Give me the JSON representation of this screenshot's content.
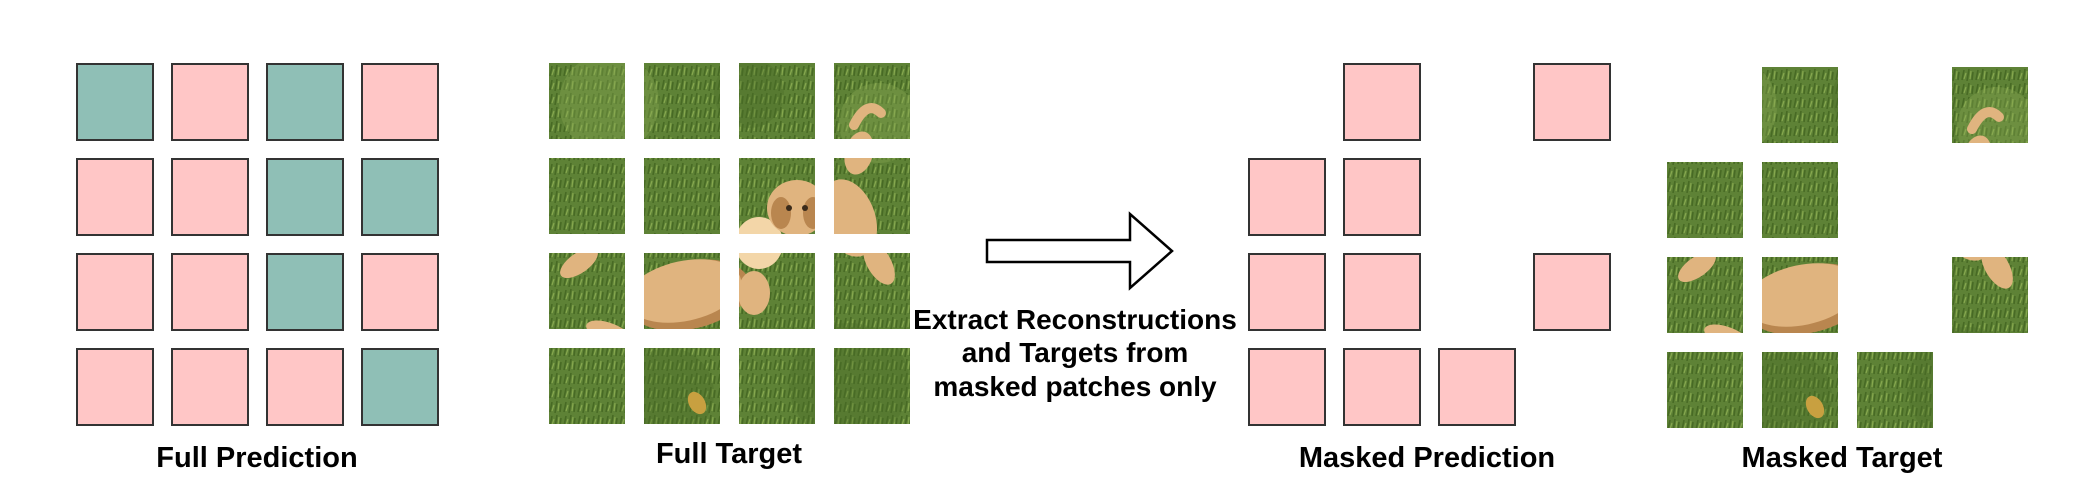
{
  "colors": {
    "masked": "#ffc6c6",
    "visible": "#8fbfb6",
    "border": "#333333",
    "grass_dark": "#4b6e29",
    "grass_mid": "#6b8f3c",
    "grass_light": "#8aaa52",
    "dog": "#e0b47f",
    "dog_shadow": "#b9864f",
    "dog_light": "#f3d6a8"
  },
  "grid": {
    "rows": 4,
    "cols": 4,
    "mask": [
      [
        0,
        1,
        0,
        1
      ],
      [
        1,
        1,
        0,
        0
      ],
      [
        1,
        1,
        0,
        1
      ],
      [
        1,
        1,
        1,
        0
      ]
    ]
  },
  "panels": {
    "full_prediction": {
      "caption": "Full Prediction"
    },
    "full_target": {
      "caption": "Full Target"
    },
    "masked_prediction": {
      "caption": "Masked Prediction"
    },
    "masked_target": {
      "caption": "Masked Target"
    }
  },
  "arrow": {
    "lines": [
      "Extract Reconstructions",
      "and Targets from",
      "masked patches only"
    ]
  }
}
